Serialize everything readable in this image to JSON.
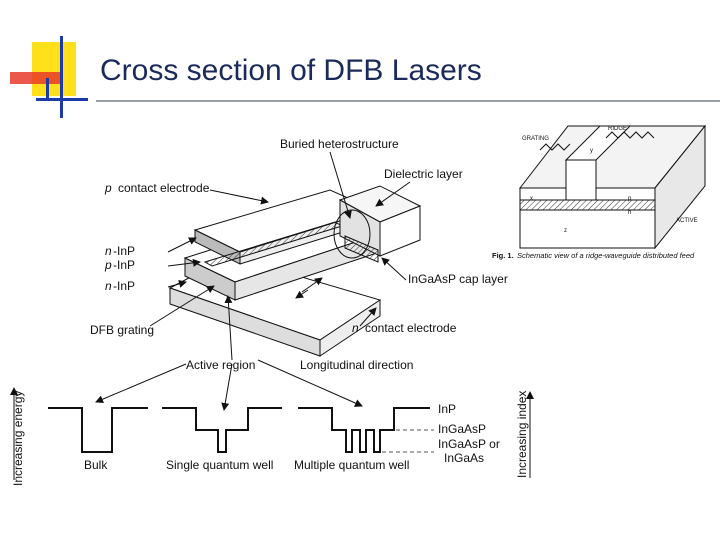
{
  "slide": {
    "title": "Cross section of DFB Lasers",
    "accent_colors": {
      "yellow": "#ffe01a",
      "red": "#e83a2a",
      "blue": "#1c3aa8"
    }
  },
  "structure_diagram": {
    "labels": {
      "buried": "Buried heterostructure",
      "dielectric": "Dielectric layer",
      "p_contact": "contact electrode",
      "p_contact_prefix": "p",
      "n_inp_top": "-InP",
      "n_inp_top_prefix": "n",
      "p_inp": "-InP",
      "p_inp_prefix": "p",
      "n_inp_bottom": "-InP",
      "n_inp_bottom_prefix": "n",
      "ingaasp_cap": "InGaAsP cap layer",
      "n_contact": "contact electrode",
      "n_contact_prefix": "n",
      "dfb_grating": "DFB grating",
      "active_region": "Active region",
      "longitudinal": "Longitudinal direction"
    }
  },
  "ridge_figure": {
    "labels": {
      "grating": "GRATING",
      "ridge": "RIDGE",
      "active": "ACTIVE",
      "p": "p",
      "n": "n",
      "y": "y",
      "z": "z",
      "x": "x",
      "caption_fig": "Fig. 1.",
      "caption_text": "Schematic view of a ridge-waveguide distributed feed"
    }
  },
  "band_diagram": {
    "y_left_label": "Increasing energy",
    "y_right_label": "Increasing index",
    "wells": [
      "Bulk",
      "Single quantum well",
      "Multiple quantum well"
    ],
    "materials": [
      "InP",
      "InGaAsP",
      "InGaAsP or",
      "InGaAs"
    ]
  }
}
